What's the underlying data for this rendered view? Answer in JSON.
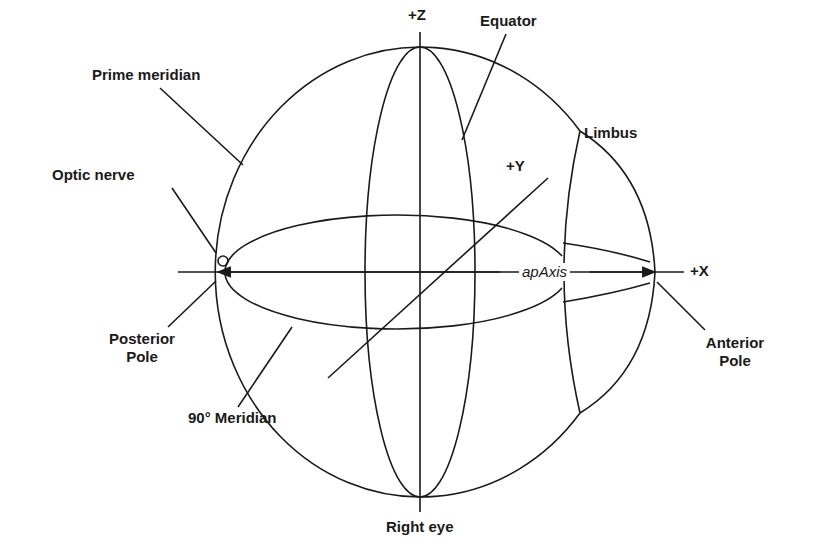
{
  "diagram": {
    "labels": [
      "+Z",
      "Equator",
      "Prime meridian",
      "Limbus",
      "+Y",
      "Optic nerve",
      "apAxis",
      "+X",
      "Posterior Pole",
      "Anterior Pole",
      "90° Meridian",
      "Right eye"
    ]
  }
}
